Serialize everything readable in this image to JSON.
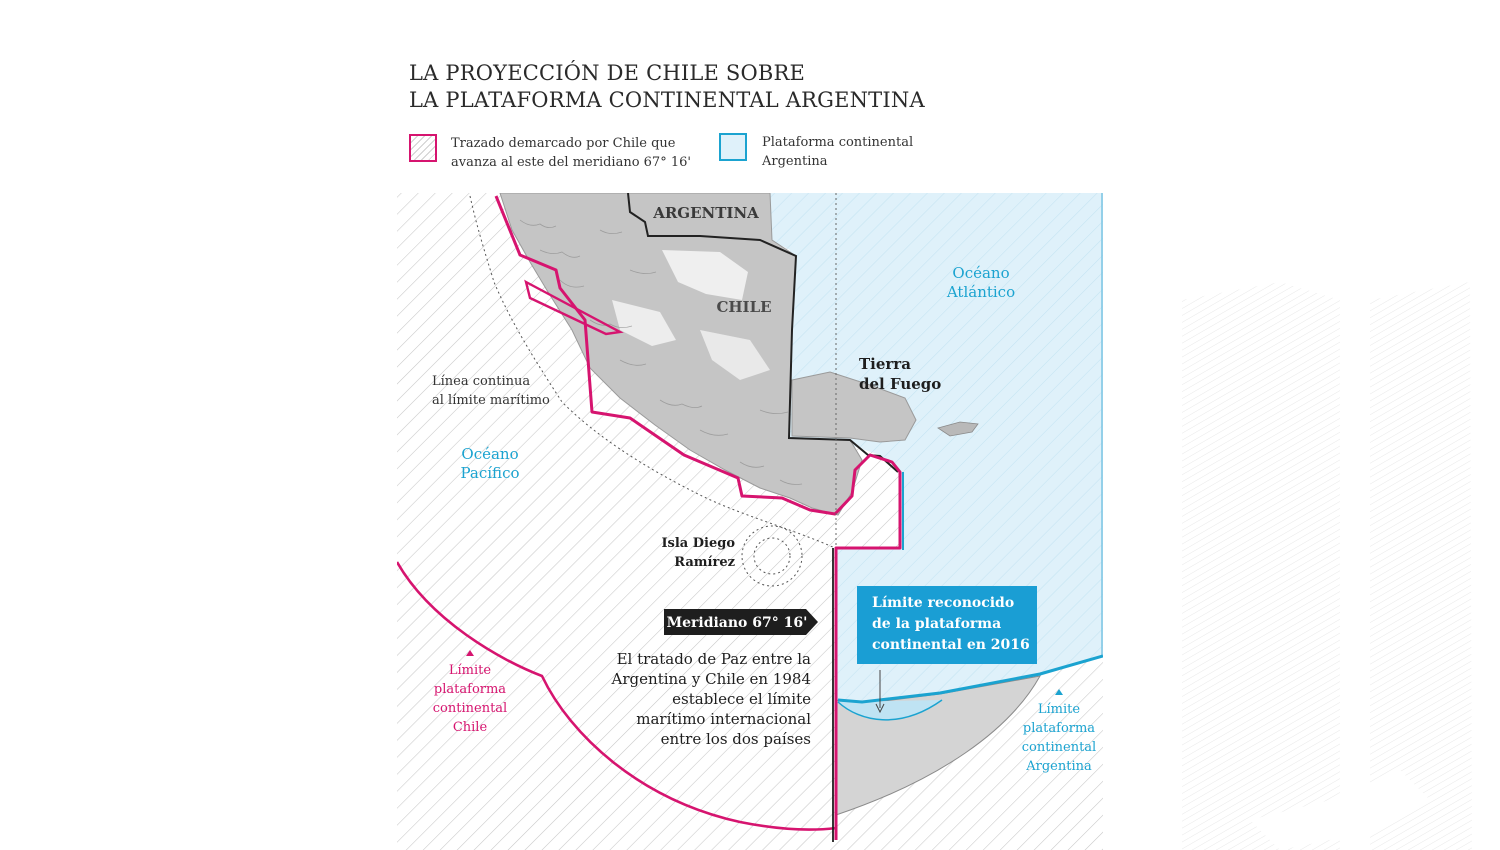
{
  "title": {
    "line1": "LA PROYECCIÓN DE CHILE SOBRE",
    "line2": "LA PLATAFORMA CONTINENTAL ARGENTINA"
  },
  "legend": [
    {
      "line1": "Trazado demarcado por Chile que",
      "line2": "avanza al este del meridiano 67° 16'",
      "color": "#d6146f",
      "icon": "hatched-square-icon"
    },
    {
      "line1": "Plataforma continental",
      "line2": "Argentina",
      "color": "#1ba3d0",
      "icon": "blue-square-icon"
    }
  ],
  "map": {
    "country_argentina": "ARGENTINA",
    "country_chile": "CHILE",
    "ocean_atlantic_1": "Océano",
    "ocean_atlantic_2": "Atlántico",
    "ocean_pacific_1": "Océano",
    "ocean_pacific_2": "Pacífico",
    "tierra_1": "Tierra",
    "tierra_2": "del Fuego",
    "linea_1": "Línea continua",
    "linea_2": "al límite marítimo",
    "isla_1": "Isla Diego",
    "isla_2": "Ramírez",
    "meridiano": "Meridiano 67° 16'",
    "tratado": [
      "El tratado de Paz entre la",
      "Argentina y Chile en 1984",
      "establece el límite",
      "marítimo internacional",
      "entre los dos países"
    ],
    "limite_reconocido": [
      "Límite reconocido",
      "de la plataforma",
      "continental en 2016"
    ],
    "limite_chile": [
      "Límite",
      "plataforma",
      "continental",
      "Chile"
    ],
    "limite_argentina": [
      "Límite",
      "plataforma",
      "continental",
      "Argentina"
    ]
  },
  "colors": {
    "chile_magenta": "#d6146f",
    "argentina_blue": "#1ba3d0",
    "argentina_shelf_fill": "#dff1fa",
    "meridiano_label_bg": "#1e1e1e",
    "limite_box_bg": "#1a9ed4"
  }
}
